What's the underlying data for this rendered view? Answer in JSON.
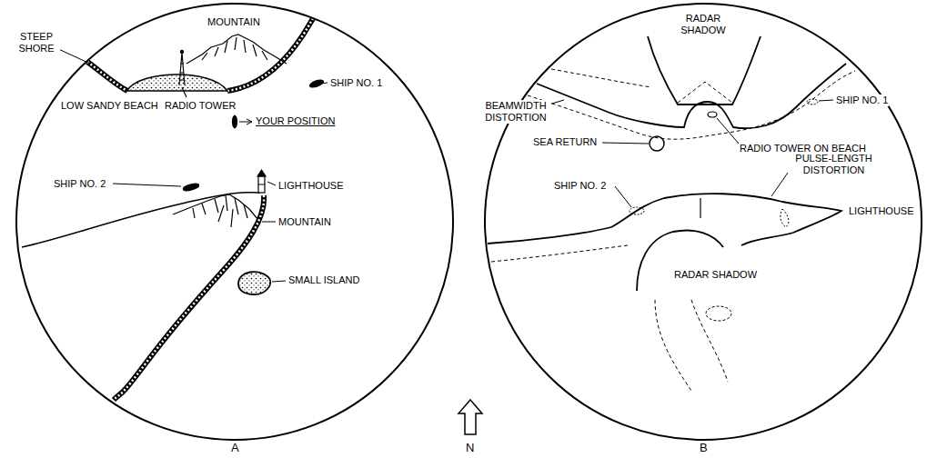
{
  "diagram": {
    "labels": [
      "MOUNTAIN",
      "STEEP SHORE",
      "LOW SANDY BEACH",
      "RADIO TOWER",
      "SHIP NO. 1",
      "YOUR POSITION",
      "SHIP NO. 2",
      "LIGHTHOUSE",
      "MOUNTAIN",
      "SMALL ISLAND",
      "A",
      "N",
      "RADAR SHADOW",
      "BEAMWIDTH DISTORTION",
      "RADIO TOWER ON BEACH",
      "SHIP NO. 1",
      "SEA RETURN",
      "SHIP NO. 2",
      "PULSE-LENGTH DISTORTION",
      "LIGHTHOUSE",
      "RADAR SHADOW",
      "B"
    ]
  }
}
